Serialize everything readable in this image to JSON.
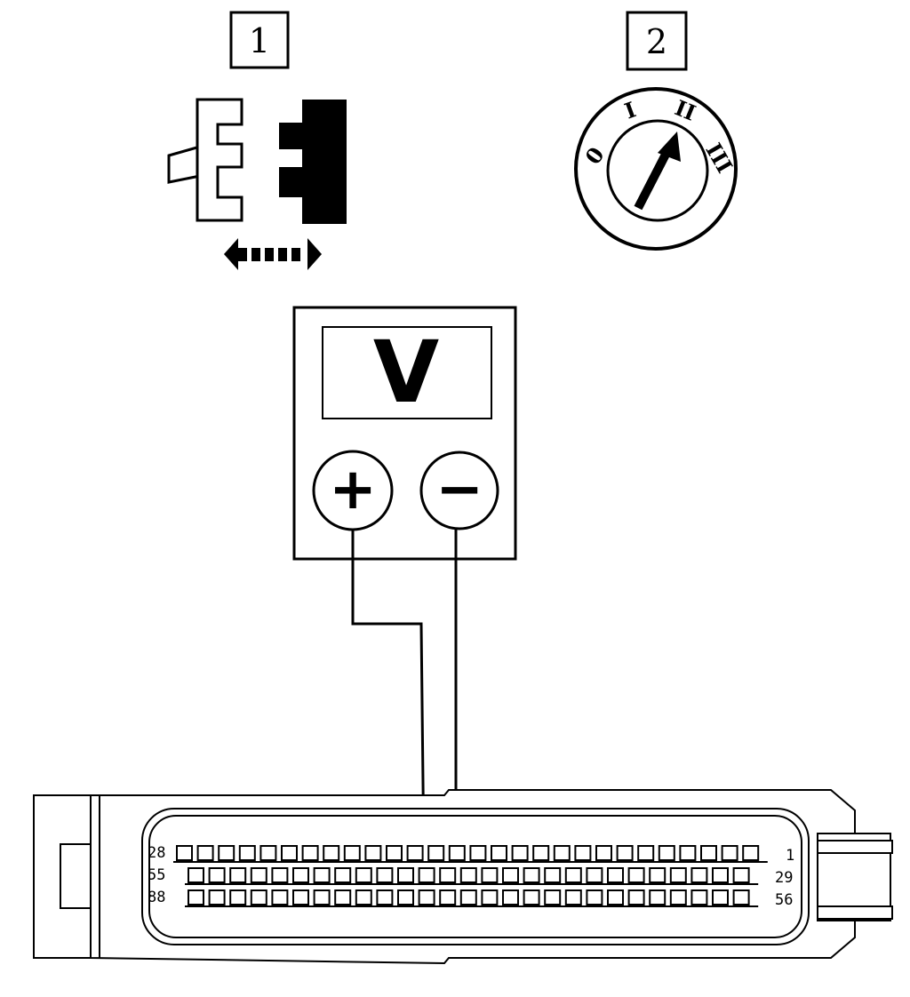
{
  "steps": [
    {
      "label": "1",
      "icon": "connector-disconnect-icon"
    },
    {
      "label": "2",
      "icon": "ignition-switch-icon"
    }
  ],
  "ignition": {
    "positions": [
      "0",
      "I",
      "II",
      "III"
    ],
    "selected": "II"
  },
  "meter": {
    "display": "V",
    "plus_label": "+",
    "minus_label": "−"
  },
  "connector": {
    "rows": [
      {
        "left": "28",
        "right": "1",
        "pins": 28
      },
      {
        "left": "55",
        "right": "29",
        "pins": 27
      },
      {
        "left": "88",
        "right": "56",
        "pins": 27
      }
    ]
  },
  "colors": {
    "ink": "#000000",
    "paper": "#ffffff"
  }
}
